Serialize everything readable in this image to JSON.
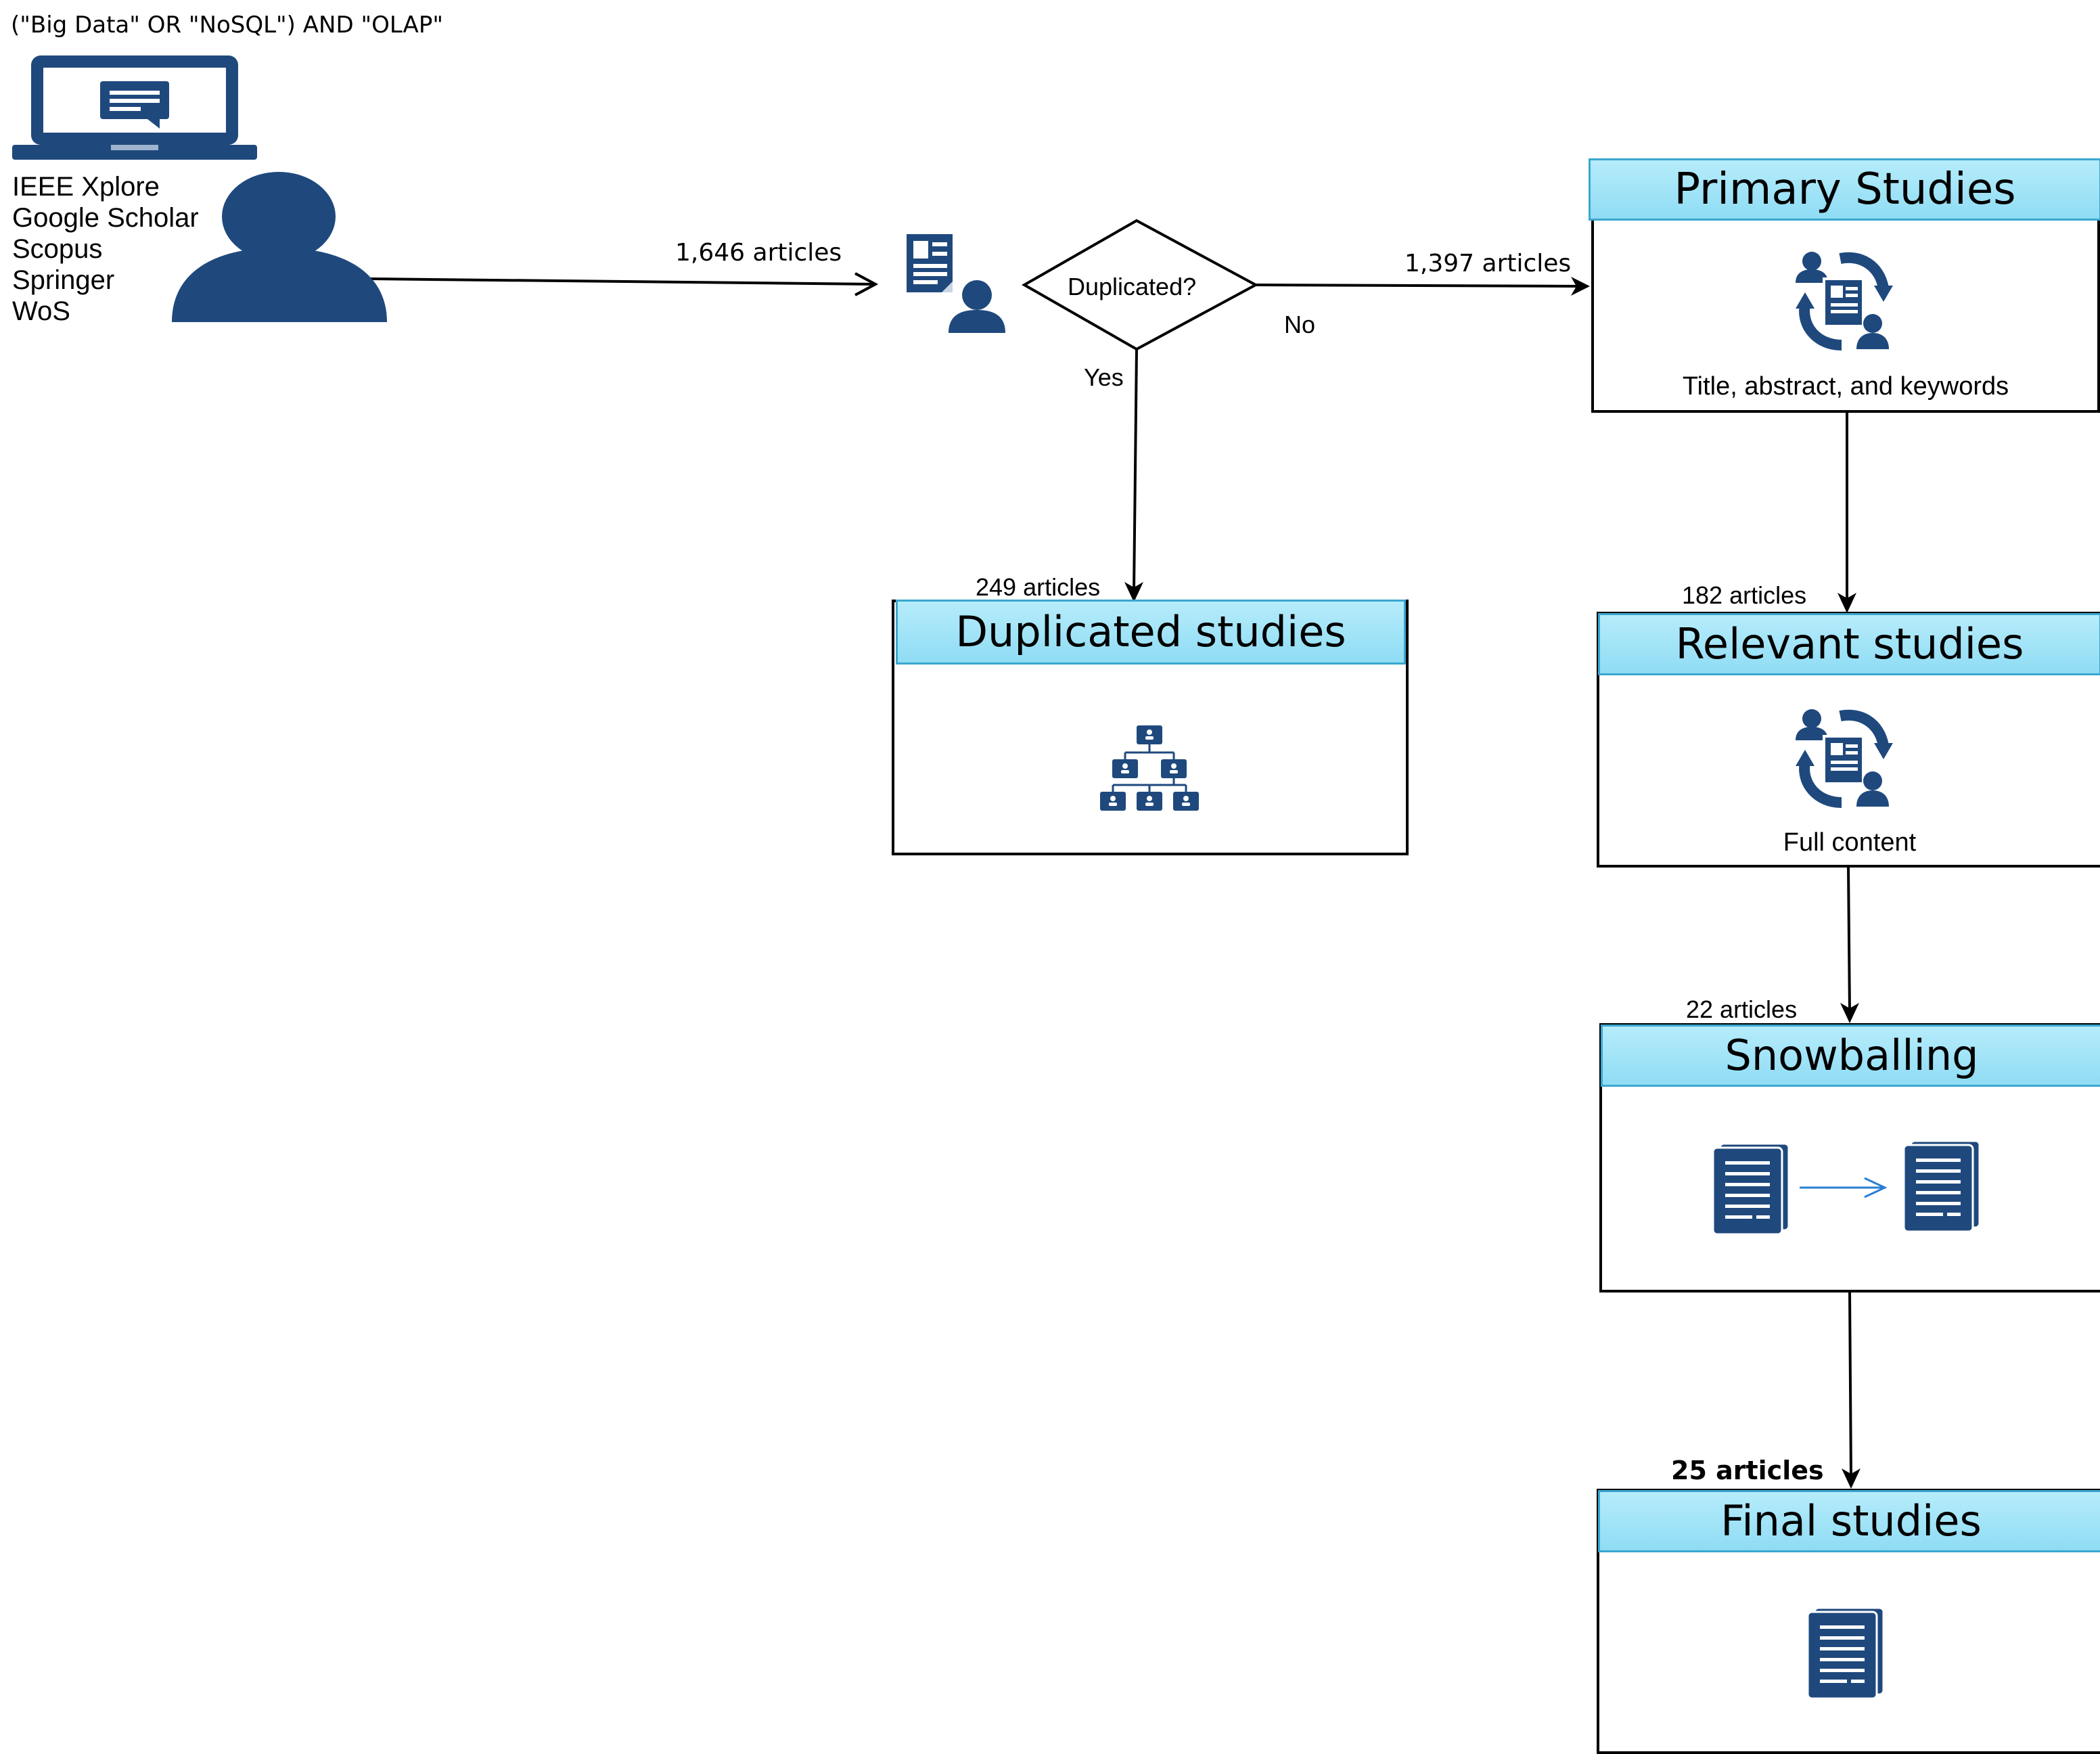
{
  "query": "(\"Big Data\" OR \"NoSQL\") AND \"OLAP\"",
  "sources": [
    "IEEE Xplore",
    "Google Scholar",
    "Scopus",
    "Springer",
    "WoS"
  ],
  "edges": {
    "search_to_screening": "1,646 articles",
    "no_duplicates": "1,397 articles",
    "duplicates": "249 articles",
    "to_relevant": "182 articles",
    "to_snowballing": "22 articles",
    "to_final": "25 articles"
  },
  "decision": {
    "label": "Duplicated?",
    "yes": "Yes",
    "no": "No"
  },
  "boxes": {
    "primary": {
      "title": "Primary Studies",
      "caption": "Title, abstract, and keywords"
    },
    "duplicated": {
      "title": "Duplicated studies"
    },
    "relevant": {
      "title": "Relevant studies",
      "caption": "Full content"
    },
    "snowballing": {
      "title": "Snowballing"
    },
    "final": {
      "title": "Final studies"
    }
  },
  "colors": {
    "icon": "#1f497d",
    "header": "#9fe3f7",
    "arrow": "#2a7fd4"
  },
  "icons": [
    "laptop-icon",
    "person-icon",
    "document-reviewer-icon",
    "review-cycle-icon",
    "hierarchy-icon",
    "document-stack-icon",
    "arrow-right-icon"
  ]
}
